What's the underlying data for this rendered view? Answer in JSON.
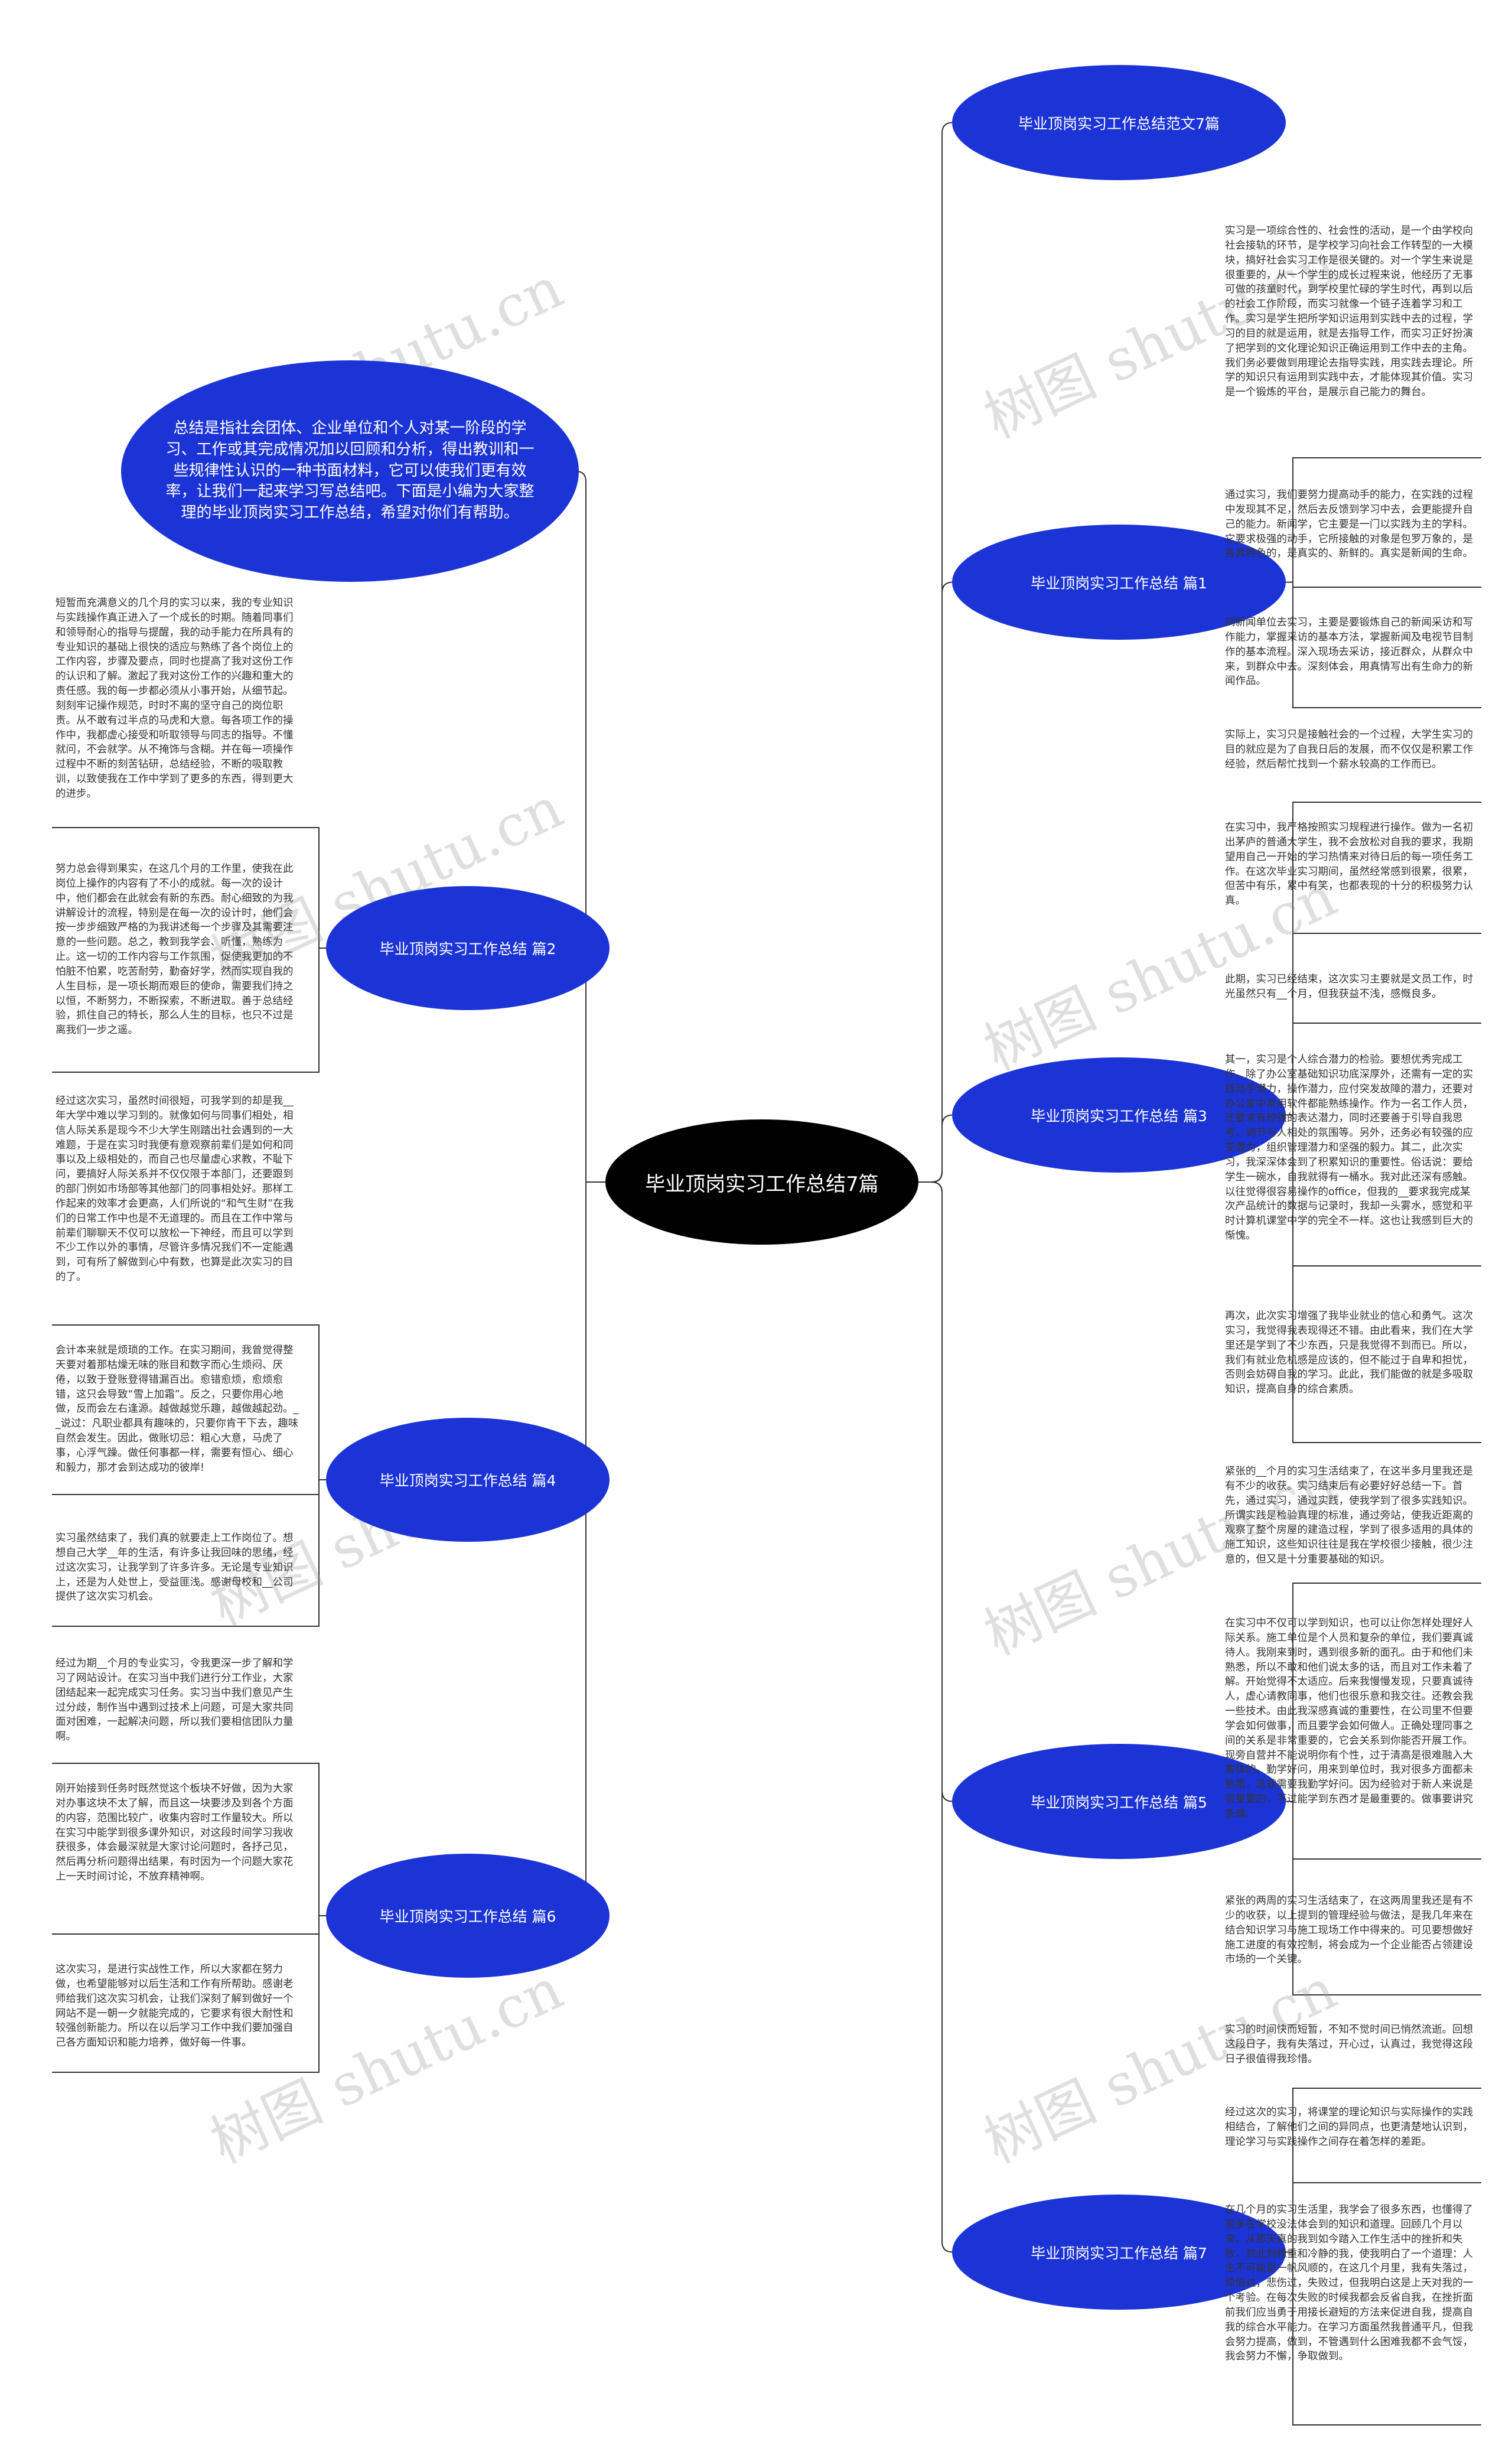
{
  "root": "毕业顶岗实习工作总结7篇",
  "intro": "总结是指社会团体、企业单位和个人对某一阶段的学习、工作或其完成情况加以回顾和分析，得出教训和一些规律性认识的一种书面材料，它可以使我们更有效率，让我们一起来学习写总结吧。下面是小编为大家整理的毕业顶岗实习工作总结，希望对你们有帮助。",
  "watermark": "树图 shutu.cn",
  "colors": {
    "branch": "#1c34d6",
    "root": "#000000",
    "line": "#333333"
  },
  "branches": [
    {
      "label": "毕业顶岗实习工作总结范文7篇",
      "leaves": []
    },
    {
      "label": "毕业顶岗实习工作总结 篇1",
      "leaves": [
        "实习是一项综合性的、社会性的活动，是一个由学校向社会接轨的环节，是学校学习向社会工作转型的一大模块，搞好社会实习工作是很关键的。对一个学生来说是很重要的，从一个学生的成长过程来说，他经历了无事可做的孩童时代，到学校里忙碌的学生时代，再到以后的社会工作阶段，而实习就像一个链子连着学习和工作。实习是学生把所学知识运用到实践中去的过程，学习的目的就是运用，就是去指导工作，而实习正好扮演了把学到的文化理论知识正确运用到工作中去的主角。我们务必要做到用理论去指导实践，用实践去理论。所学的知识只有运用到实践中去，才能体现其价值。实习是一个锻炼的平台，是展示自己能力的舞台。",
        "通过实习，我们要努力提高动手的能力，在实践的过程中发现其不足，然后去反馈到学习中去，会更能提升自己的能力。新闻学，它主要是一门以实践为主的学科。它要求极强的动手，它所接触的对象是包罗万象的，是各具特色的，是真实的、新鲜的。真实是新闻的生命。",
        "到新闻单位去实习，主要是要锻炼自己的新闻采访和写作能力，掌握采访的基本方法，掌握新闻及电视节目制作的基本流程。深入现场去采访，接近群众，从群众中来，到群众中去。深刻体会，用真情写出有生命力的新闻作品。"
      ]
    },
    {
      "label": "毕业顶岗实习工作总结 篇2",
      "leaves": [
        "短暂而充满意义的几个月的实习以来，我的专业知识与实践操作真正进入了一个成长的时期。随着同事们和领导耐心的指导与提醒，我的动手能力在所具有的专业知识的基础上很快的适应与熟练了各个岗位上的工作内容，步骤及要点，同时也提高了我对这份工作的认识和了解。激起了我对这份工作的兴趣和重大的责任感。我的每一步都必须从小事开始，从细节起。刻刻牢记操作规范，时时不离的坚守自己的岗位职责。从不敢有过半点的马虎和大意。每各项工作的操作中，我都虚心接受和听取领导与同志的指导。不懂就问，不会就学。从不掩饰与含糊。并在每一项操作过程中不断的刻苦钻研，总结经验，不断的吸取教训，以致使我在工作中学到了更多的东西，得到更大的进步。",
        "努力总会得到果实，在这几个月的工作里，使我在此岗位上操作的内容有了不小的成就。每一次的设计中，他们都会在此就会有新的东西。耐心细致的为我讲解设计的流程，特别是在每一次的设计时，他们会按一步步细致严格的为我讲述每一个步骤及其需要注意的一些问题。总之，教到我学会、听懂，熟练为止。这一切的工作内容与工作氛围，促使我更加的不怕脏不怕累，吃苦耐劳，勤奋好学，然而实现自我的人生目标，是一项长期而艰巨的使命，需要我们持之以恒，不断努力，不断探索，不断进取。善于总结经验，抓住自己的特长，那么人生的目标，也只不过是离我们一步之遥。"
      ]
    },
    {
      "label": "毕业顶岗实习工作总结 篇3",
      "leaves": [
        "实际上，实习只是接触社会的一个过程，大学生实习的目的就应是为了自我日后的发展，而不仅仅是积累工作经验，然后帮忙找到一个薪水较高的工作而已。",
        "在实习中，我严格按照实习规程进行操作。做为一名初出茅庐的普通大学生，我不会放松对自我的要求，我期望用自己一开始的学习热情来对待日后的每一项任务工作。在这次毕业实习期间，虽然经常感到很累，很累，但苦中有乐，累中有笑，也都表现的十分的积极努力认真。",
        "此期，实习已经结束，这次实习主要就是文员工作，时光虽然只有__个月，但我获益不浅，感慨良多。",
        "其一，实习是个人综合潜力的检验。要想优秀完成工作，除了办公室基础知识功底深厚外，还需有一定的实践动手潜力，操作潜力，应付突发故障的潜力，还要对办公室中常用软件都能熟练操作。作为一名工作人员，还要求有较强的表达潜力，同时还要善于引导自我思考，调节与人相处的氛围等。另外，还务必有较强的应变潜力，组织管理潜力和坚强的毅力。其二，此次实习，我深深体会到了积累知识的重要性。俗话说：要给学生一碗水，自我就得有一桶水。我对此还深有感触。以往觉得很容易操作的office，但我的__要求我完成某次产品统计的数据与记录时，我却一头雾水，感觉和平时计算机课堂中学的完全不一样。这也让我感到巨大的惭愧。",
        "再次，此次实习增强了我毕业就业的信心和勇气。这次实习，我觉得我表现得还不错。由此看来，我们在大学里还是学到了不少东西，只是我觉得不到而已。所以，我们有就业危机感是应该的，但不能过于自卑和担忧，否则会妨碍自我的学习。此此，我们能做的就是多吸取知识，提高自身的综合素质。"
      ]
    },
    {
      "label": "毕业顶岗实习工作总结 篇4",
      "leaves": [
        "经过这次实习，虽然时间很短，可我学到的却是我__年大学中难以学习到的。就像如何与同事们相处，相信人际关系是现今不少大学生刚踏出社会遇到的一大难题，于是在实习时我便有意观察前辈们是如何和同事以及上级相处的，而自己也尽量虚心求教，不耻下问，要搞好人际关系并不仅仅限于本部门，还要跟到的部门例如市场部等其他部门的同事相处好。那样工作起来的效率才会更高，人们所说的“和气生财”在我们的日常工作中也是不无道理的。而且在工作中常与前辈们聊聊天不仅可以放松一下神经，而且可以学到不少工作以外的事情，尽管许多情况我们不一定能遇到，可有所了解做到心中有数，也算是此次实习的目的了。",
        "会计本来就是烦琐的工作。在实习期间，我曾觉得整天要对着那枯燥无味的账目和数字而心生烦闷、厌倦，以致于登账登得错漏百出。愈错愈烦，愈烦愈错，这只会导致“雪上加霜”。反之，只要你用心地做，反而会左右逢源。越做越觉乐趣，越做越起劲。__说过：凡职业都具有趣味的，只要你肯干下去，趣味自然会发生。因此，做账切忌：粗心大意，马虎了事，心浮气躁。做任何事都一样，需要有恒心、细心和毅力，那才会到达成功的彼岸!",
        "实习虽然结束了，我们真的就要走上工作岗位了。想想自己大学__年的生活，有许多让我回味的思绪，经过这次实习，让我学到了许多许多。无论是专业知识上，还是为人处世上，受益匪浅。感谢母校和__公司提供了这次实习机会。"
      ]
    },
    {
      "label": "毕业顶岗实习工作总结 篇5",
      "leaves": [
        "紧张的__个月的实习生活结束了，在这半多月里我还是有不少的收获。实习结束后有必要好好总结一下。首先，通过实习，通过实践，使我学到了很多实践知识。所谓实践是检验真理的标准，通过旁站，使我近距离的观察了整个房屋的建造过程，学到了很多适用的具体的施工知识，这些知识往往是我在学校很少接触，很少注意的，但又是十分重要基础的知识。",
        "在实习中不仅可以学到知识，也可以让你怎样处理好人际关系。施工单位是个人员和复杂的单位，我们要真诚待人。我刚来到时，遇到很多新的面孔。由于和他们未熟悉，所以不敢和他们说太多的话，而且对工作未着了解。开始觉得不太适应。后来我慢慢发现，只要真诚待人，虚心请教同事，他们也很乐意和我交往。还教会我一些技术。由此我深感真诚的重要性，在公司里不但要学会如何做事，而且要学会如何做人。正确处理同事之间的关系是非常重要的，它会关系到你能否开展工作。现旁自营并不能说明你有个性，过于清高是很难融入大集体的。勤学好问，用来到单位时，我对很多方面都未熟悉，这就需要我勤学好问。因为经验对于新人来说是很重要的，不过能学到东西才是最重要的。做事要讲究条理。",
        "紧张的两周的实习生活结束了，在这两周里我还是有不少的收获，以上提到的管理经验与做法，是我几年来在结合知识学习与施工现场工作中得来的。可见要想做好施工进度的有效控制，将会成为一个企业能否占领建设市场的一个关键。"
      ]
    },
    {
      "label": "毕业顶岗实习工作总结 篇6",
      "leaves": [
        "经过为期__个月的专业实习，令我更深一步了解和学习了网站设计。在实习当中我们进行分工作业，大家团结起来一起完成实习任务。实习当中我们意见产生过分歧，制作当中遇到过技术上问题，可是大家共同面对困难，一起解决问题，所以我们要相信团队力量啊。",
        "刚开始接到任务时既然觉这个板块不好做，因为大家对办事这块不太了解，而且这一块要涉及到各个方面的内容，范围比较广，收集内容时工作量较大。所以在实习中能学到很多课外知识，对这段时间学习我收获很多，体会最深就是大家讨论问题时，各抒己见，然后再分析问题得出结果，有时因为一个问题大家花上一天时间讨论，不放弃精神啊。",
        "这次实习，是进行实战性工作，所以大家都在努力做，也希望能够对以后生活和工作有所帮助。感谢老师给我们这次实习机会，让我们深刻了解到做好一个网站不是一朝一夕就能完成的，它要求有很大耐性和较强创新能力。所以在以后学习工作中我们要加强自己各方面知识和能力培养，做好每一件事。"
      ]
    },
    {
      "label": "毕业顶岗实习工作总结 篇7",
      "leaves": [
        "实习的时间快而短暂，不知不觉时间已悄然流逝。回想这段日子，我有失落过，开心过，认真过，我觉得这段日子很值得我珍惜。",
        "经过这次的实习，将课堂的理论知识与实际操作的实践相结合，了解他们之间的异同点，也更清楚地认识到，理论学习与实践操作之间存在着怎样的差距。",
        "在几个月的实习生活里，我学会了很多东西，也懂得了很多在学校没法体会到的知识和道理。回顾几个月以来，从那天真的我到如今踏入工作生活中的挫折和失败，到此刻稳重和冷静的我，使我明白了一个道理：人生不可能是一帆风顺的，在这几个月里，我有失落过，烦恼过，悲伤过，失败过，但我明白这是上天对我的一个考验。在每次失败的时候我都会反省自我，在挫折面前我们应当勇于用接长避短的方法来促进自我，提高自我的综合水平能力。在学习方面虽然我普通平凡，但我会努力提高，做到，不管遇到什么困难我都不会气馁，我会努力不懈，争取做到。"
      ]
    }
  ]
}
